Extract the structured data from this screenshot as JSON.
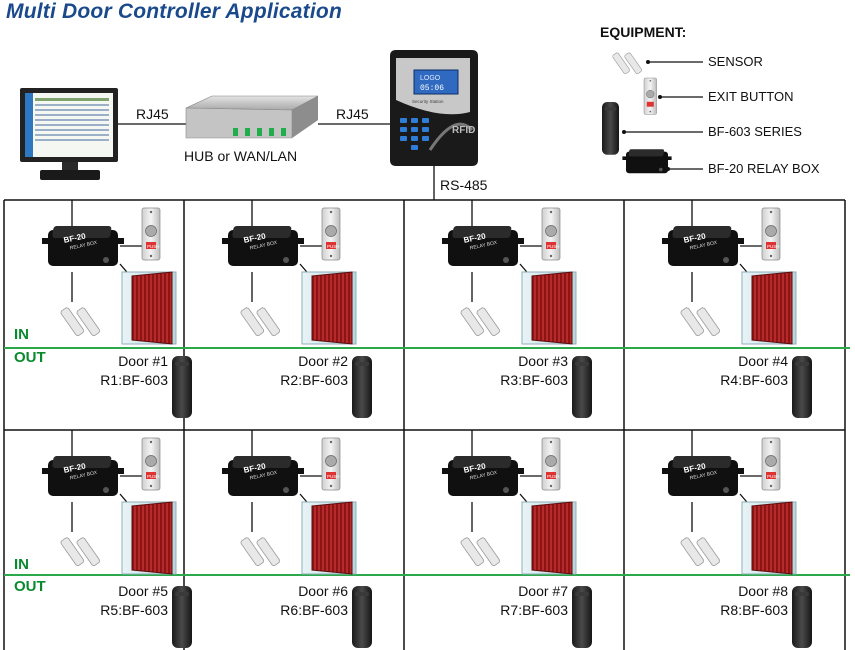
{
  "title": "Multi Door Controller Application",
  "network": {
    "link_left": "RJ45",
    "link_right": "RJ45",
    "hub_label": "HUB or WAN/LAN",
    "bus_label": "RS-485"
  },
  "controller": {
    "screen_line1": "LOGO",
    "screen_line2": "05:06",
    "brand": "Security Station",
    "mark": "RFID"
  },
  "equipment": {
    "heading": "EQUIPMENT:",
    "items": [
      {
        "label": "SENSOR",
        "icon": "sensor-icon"
      },
      {
        "label": "EXIT BUTTON",
        "icon": "exit-button-icon"
      },
      {
        "label": "BF-603 SERIES",
        "icon": "reader-icon"
      },
      {
        "label": "BF-20 RELAY BOX",
        "icon": "relay-box-icon"
      }
    ]
  },
  "io_labels": {
    "in": "IN",
    "out": "OUT"
  },
  "relay_box_text": "BF-20",
  "relay_box_sub": "RELAY BOX",
  "exit_button_text": "PUSH",
  "doors": [
    {
      "name": "Door #1",
      "reader": "R1:BF-603"
    },
    {
      "name": "Door #2",
      "reader": "R2:BF-603"
    },
    {
      "name": "Door #3",
      "reader": "R3:BF-603"
    },
    {
      "name": "Door #4",
      "reader": "R4:BF-603"
    },
    {
      "name": "Door #5",
      "reader": "R5:BF-603"
    },
    {
      "name": "Door #6",
      "reader": "R6:BF-603"
    },
    {
      "name": "Door #7",
      "reader": "R7:BF-603"
    },
    {
      "name": "Door #8",
      "reader": "R8:BF-603"
    }
  ],
  "colors": {
    "title": "#1b4a8c",
    "io_line": "#2aa84a",
    "door_panel": "#9a1e1e",
    "glass": "#cfe4ea"
  }
}
